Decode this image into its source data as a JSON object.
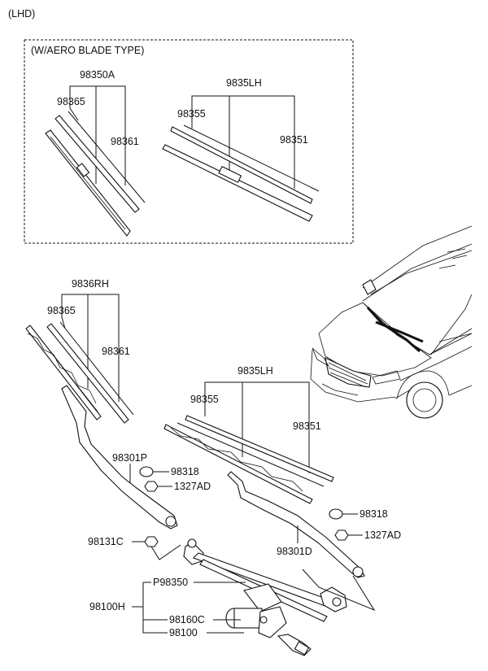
{
  "corner_label": "(LHD)",
  "inset_title": "(W/AERO BLADE TYPE)",
  "labels": {
    "inset_98350A": "98350A",
    "inset_98365": "98365",
    "inset_98361": "98361",
    "inset_9835LH": "9835LH",
    "inset_98355": "98355",
    "inset_98351": "98351",
    "main_9836RH": "9836RH",
    "main_98365": "98365",
    "main_98361": "98361",
    "main_9835LH": "9835LH",
    "main_98355": "98355",
    "main_98351": "98351",
    "p98301P": "98301P",
    "p98318_left": "98318",
    "p1327AD_left": "1327AD",
    "p98318_right": "98318",
    "p1327AD_right": "1327AD",
    "p98301D": "98301D",
    "p98131C": "98131C",
    "pP98350": "P98350",
    "p98100H": "98100H",
    "p98160C": "98160C",
    "p98100": "98100"
  }
}
